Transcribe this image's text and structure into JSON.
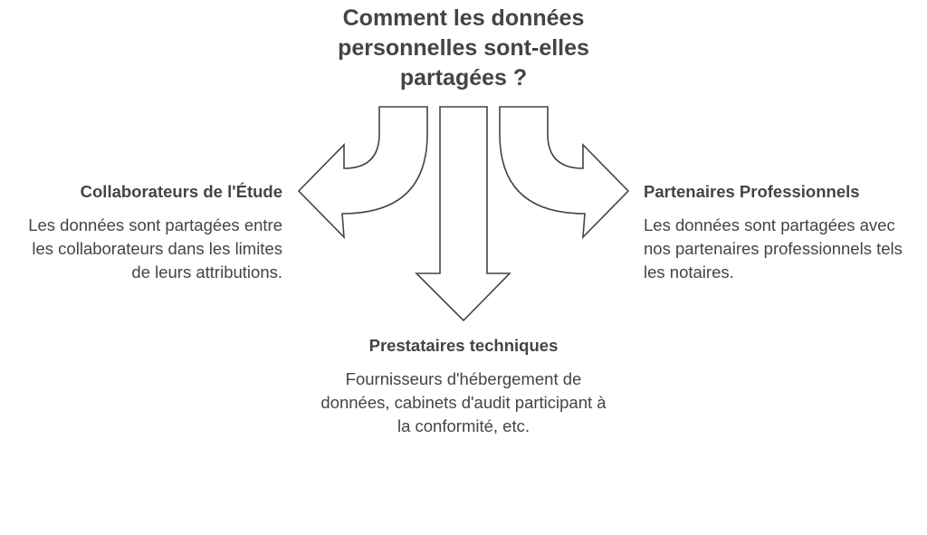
{
  "title": "Comment les données personnelles sont-elles partagées ?",
  "branches": [
    {
      "heading": "Collaborateurs de l'Étude",
      "text": "Les données sont partagées entre les collaborateurs dans les limites de leurs attributions."
    },
    {
      "heading": "Prestataires techniques",
      "text": "Fournisseurs d'hébergement de données, cabinets d'audit participant à la conformité, etc."
    },
    {
      "heading": "Partenaires Professionnels",
      "text": "Les données sont partagées avec nos partenaires professionnels tels les notaires."
    }
  ],
  "colors": {
    "text": "#444444",
    "arrow_stroke": "#444444",
    "arrow_fill": "#ffffff",
    "background": "#ffffff"
  },
  "icons": [
    "curved-arrow-left-icon",
    "arrow-down-icon",
    "curved-arrow-right-icon"
  ]
}
